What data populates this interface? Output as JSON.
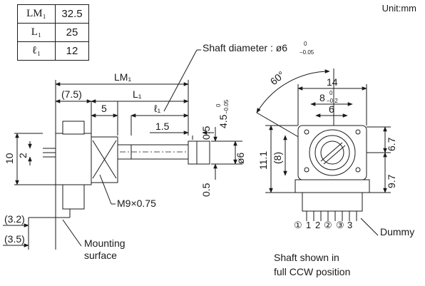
{
  "unit_label": "Unit:mm",
  "spec_table": [
    {
      "key": "LM₁",
      "value": "32.5"
    },
    {
      "key": "L₁",
      "value": "25"
    },
    {
      "key": "ℓ₁",
      "value": "12"
    }
  ],
  "callouts": {
    "shaft_diameter": "Shaft diameter : ø6",
    "shaft_tol_top": "0",
    "shaft_tol_bottom": "−0.05",
    "thread": "M9×0.75",
    "mounting_surface_line1": "Mounting",
    "mounting_surface_line2": "surface",
    "dummy": "Dummy",
    "shaft_note_line1": "Shaft shown in",
    "shaft_note_line2": "full CCW position"
  },
  "side_view_dims": {
    "lm1": "LM₁",
    "d7_5": "(7.5)",
    "l1": "L₁",
    "d5": "5",
    "ell1": "ℓ₁",
    "d1_5": "1.5",
    "d0_5_top": "0.5",
    "d4_5": "4.5",
    "d4_5_tol_top": "0",
    "d4_5_tol_bottom": "−0.05",
    "phi6": "ø6",
    "d0_5_bottom": "0.5",
    "d10": "10",
    "d2": "2",
    "d3_2": "(3.2)",
    "d3_5": "(3.5)"
  },
  "front_view_dims": {
    "angle": "60°",
    "d14": "14",
    "d8": "8",
    "d8_tol_top": "0",
    "d8_tol_bottom": "−0.2",
    "d6": "6",
    "d11_1": "11.1",
    "d8_paren": "(8)",
    "d6_7": "6.7",
    "d9_7": "9.7",
    "pins": [
      "①",
      "1",
      "2",
      "②",
      "③",
      "3"
    ]
  }
}
